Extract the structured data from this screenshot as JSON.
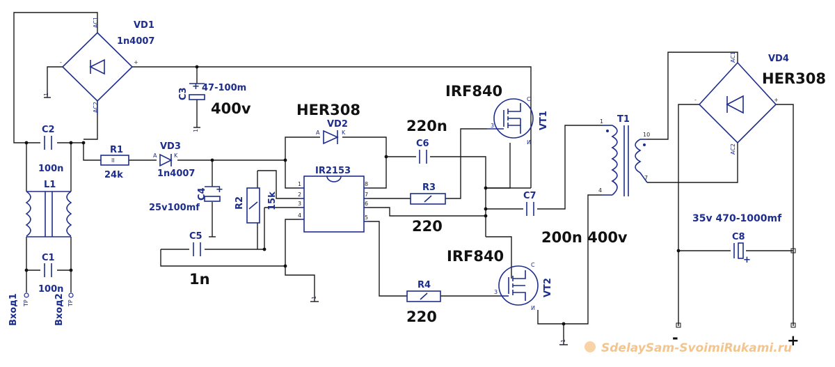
{
  "parts": {
    "vd1": {
      "ref": "VD1",
      "value": "1n4007",
      "pins": [
        "AC1",
        "AC2",
        "-",
        "+"
      ]
    },
    "vd4": {
      "ref": "VD4",
      "value": "HER308",
      "pins": [
        "AC1",
        "AC2",
        "-",
        "+"
      ]
    },
    "c3": {
      "ref": "C3",
      "value": "47-100m",
      "voltage": "400v",
      "pol": "+"
    },
    "c2": {
      "ref": "C2",
      "value": "100n"
    },
    "c1": {
      "ref": "C1",
      "value": "100n"
    },
    "l1": {
      "ref": "L1"
    },
    "r1": {
      "ref": "R1",
      "value": "24k",
      "mark": "II"
    },
    "vd3": {
      "ref": "VD3",
      "value": "1n4007",
      "a": "A",
      "k": "K"
    },
    "c4": {
      "ref": "C4",
      "value": "25v100mf",
      "pol": "+"
    },
    "r2": {
      "ref": "R2",
      "value": "15k"
    },
    "c5": {
      "ref": "C5",
      "value": "1n"
    },
    "vd2": {
      "ref": "VD2",
      "value": "HER308",
      "a": "A",
      "k": "K"
    },
    "c6": {
      "ref": "C6",
      "value": "220n"
    },
    "u1": {
      "ref": "IR2153",
      "pins": [
        "1",
        "2",
        "3",
        "4",
        "5",
        "6",
        "7",
        "8"
      ]
    },
    "r3": {
      "ref": "R3",
      "value": "220"
    },
    "r4": {
      "ref": "R4",
      "value": "220"
    },
    "vt1": {
      "ref": "VT1",
      "value": "IRF840",
      "pins": [
        "C",
        "3",
        "И"
      ]
    },
    "vt2": {
      "ref": "VT2",
      "value": "IRF840",
      "pins": [
        "C",
        "3",
        "И"
      ]
    },
    "c7": {
      "ref": "C7",
      "value": "200n 400v"
    },
    "t1": {
      "ref": "T1",
      "pins": [
        "1",
        "4",
        "10",
        "7"
      ]
    },
    "c8": {
      "ref": "C8",
      "value": "35v 470-1000mf",
      "pol": "+"
    }
  },
  "inputs": {
    "in1": "Вход1",
    "in2": "Вход2",
    "tp": "ТР"
  },
  "outputs": {
    "neg": "-",
    "pos": "+"
  },
  "ground": "1",
  "watermark": "SdelaySam-SvoimiRukami.ru"
}
